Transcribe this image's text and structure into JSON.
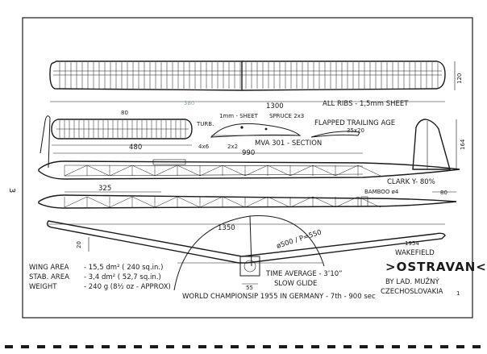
{
  "page_number": "3",
  "wing": {
    "span_label": "1300",
    "chord_label": "120",
    "ribs_label": "ALL RIBS - 1,5mm SHEET",
    "faint_dim": "380"
  },
  "stabilizer": {
    "span_label": "480",
    "chord_label": "80"
  },
  "section": {
    "sheet_label": "1mm - SHEET",
    "spruce_label": "SPRUCE 2x3",
    "turb_label": "TURB.",
    "dim_a": "4x6",
    "dim_b": "2x2",
    "name": "MVA 301 - SECTION"
  },
  "flapped": {
    "label": "FLAPPED TRAILING AGE",
    "dim": "35x20"
  },
  "fin": {
    "height_label": "164"
  },
  "fuselage": {
    "length_label": "990",
    "clark_label": "CLARK Y- 80%"
  },
  "motor_stick": {
    "length_label": "325",
    "bamboo_label": "BAMBOO ø4",
    "tail_dim": "80"
  },
  "front_view": {
    "span_label": "1350",
    "dihedral_label": "20",
    "prop_label": "ø500 / P=550",
    "hub_label": "55"
  },
  "specs": [
    {
      "label": "WING AREA",
      "value": "- 15,5 dm² ( 240 sq.in.)"
    },
    {
      "label": "STAB. AREA",
      "value": "- 3,4 dm² ( 52,7 sq.in.)"
    },
    {
      "label": "WEIGHT",
      "value": "- 240 g  (8½ oz - APPROX)"
    }
  ],
  "time": {
    "line1": "TIME AVERAGE - 3’10”",
    "line2": "SLOW GLIDE"
  },
  "championship": "WORLD CHAMPIONSIP 1955 IN GERMANY - 7th - 900 sec",
  "title_block": {
    "year": "1954",
    "category": "WAKEFIELD",
    "name": "OSTRAVAN",
    "author": "BY LAD. MUŽNÝ",
    "country": "CZECHOSLOVAKIA",
    "mark": "1"
  },
  "colors": {
    "ink": "#1a1a1a",
    "paper": "#ffffff",
    "faint_pencil": "#99aaaa"
  }
}
